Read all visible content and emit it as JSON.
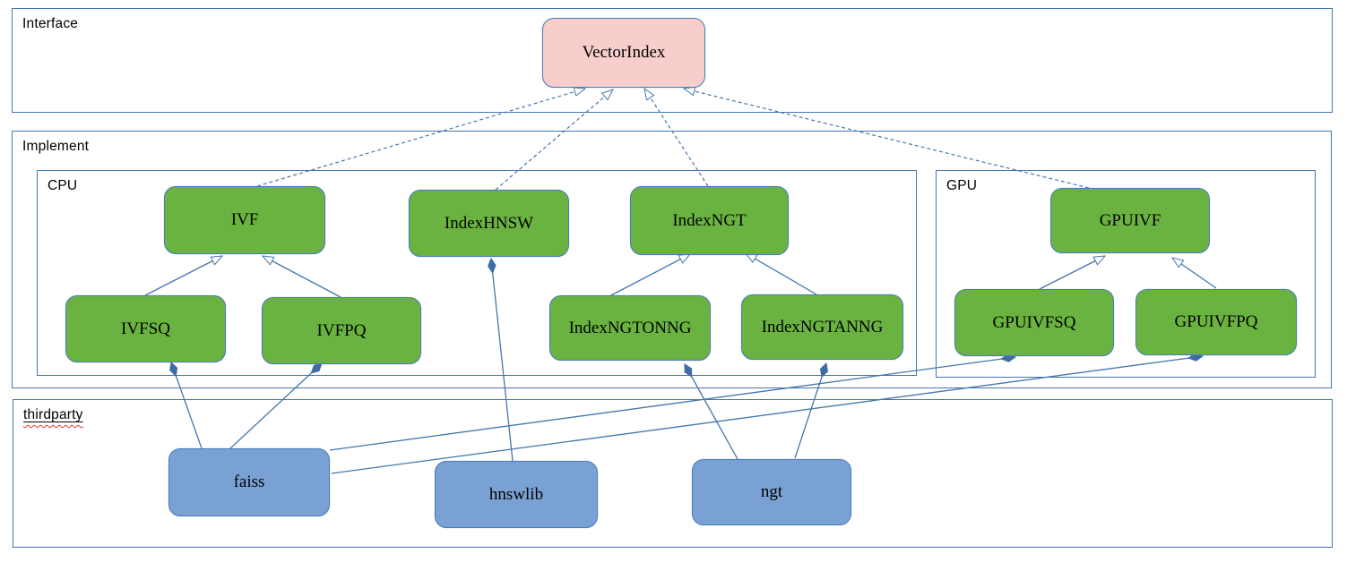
{
  "containers": {
    "interface": {
      "label": "Interface"
    },
    "implement": {
      "label": "Implement"
    },
    "cpu": {
      "label": "CPU"
    },
    "gpu": {
      "label": "GPU"
    },
    "thirdparty": {
      "label": "thirdparty"
    }
  },
  "nodes": {
    "vectorindex": {
      "label": "VectorIndex"
    },
    "ivf": {
      "label": "IVF"
    },
    "indexhnsw": {
      "label": "IndexHNSW"
    },
    "indexngt": {
      "label": "IndexNGT"
    },
    "ivfsq": {
      "label": "IVFSQ"
    },
    "ivfpq": {
      "label": "IVFPQ"
    },
    "indexngtonng": {
      "label": "IndexNGTONNG"
    },
    "indexngtanng": {
      "label": "IndexNGTANNG"
    },
    "gpuivf": {
      "label": "GPUIVF"
    },
    "gpuivfsq": {
      "label": "GPUIVFSQ"
    },
    "gpuivfpq": {
      "label": "GPUIVFPQ"
    },
    "faiss": {
      "label": "faiss"
    },
    "hnswlib": {
      "label": "hnswlib"
    },
    "ngt": {
      "label": "ngt"
    }
  },
  "edges": [
    {
      "from": "IVF",
      "to": "VectorIndex",
      "type": "realization-dashed-hollow-arrow"
    },
    {
      "from": "IndexHNSW",
      "to": "VectorIndex",
      "type": "realization-dashed-hollow-arrow"
    },
    {
      "from": "IndexNGT",
      "to": "VectorIndex",
      "type": "realization-dashed-hollow-arrow"
    },
    {
      "from": "GPUIVF",
      "to": "VectorIndex",
      "type": "realization-dashed-hollow-arrow"
    },
    {
      "from": "IVFSQ",
      "to": "IVF",
      "type": "generalization-hollow-arrow"
    },
    {
      "from": "IVFPQ",
      "to": "IVF",
      "type": "generalization-hollow-arrow"
    },
    {
      "from": "IndexNGTONNG",
      "to": "IndexNGT",
      "type": "generalization-hollow-arrow"
    },
    {
      "from": "IndexNGTANNG",
      "to": "IndexNGT",
      "type": "generalization-hollow-arrow"
    },
    {
      "from": "GPUIVFSQ",
      "to": "GPUIVF",
      "type": "generalization-hollow-arrow"
    },
    {
      "from": "GPUIVFPQ",
      "to": "GPUIVF",
      "type": "generalization-hollow-arrow"
    },
    {
      "from": "faiss",
      "to": "IVFSQ",
      "type": "composition-filled-diamond"
    },
    {
      "from": "faiss",
      "to": "IVFPQ",
      "type": "composition-filled-diamond"
    },
    {
      "from": "faiss",
      "to": "GPUIVFSQ",
      "type": "composition-filled-diamond"
    },
    {
      "from": "faiss",
      "to": "GPUIVFPQ",
      "type": "composition-filled-diamond"
    },
    {
      "from": "hnswlib",
      "to": "IndexHNSW",
      "type": "composition-filled-diamond"
    },
    {
      "from": "ngt",
      "to": "IndexNGTONNG",
      "type": "composition-filled-diamond"
    },
    {
      "from": "ngt",
      "to": "IndexNGTANNG",
      "type": "composition-filled-diamond"
    }
  ],
  "colors": {
    "container_border": "#4577ad",
    "connector_line": "#4577ad",
    "interface_node_fill": "#f8cecc",
    "implement_node_fill": "#6ab340",
    "thirdparty_node_fill": "#79a1d4",
    "node_border": "#4a7ebb",
    "text": "#000000",
    "spellcheck_underline": "#d23c2a"
  }
}
